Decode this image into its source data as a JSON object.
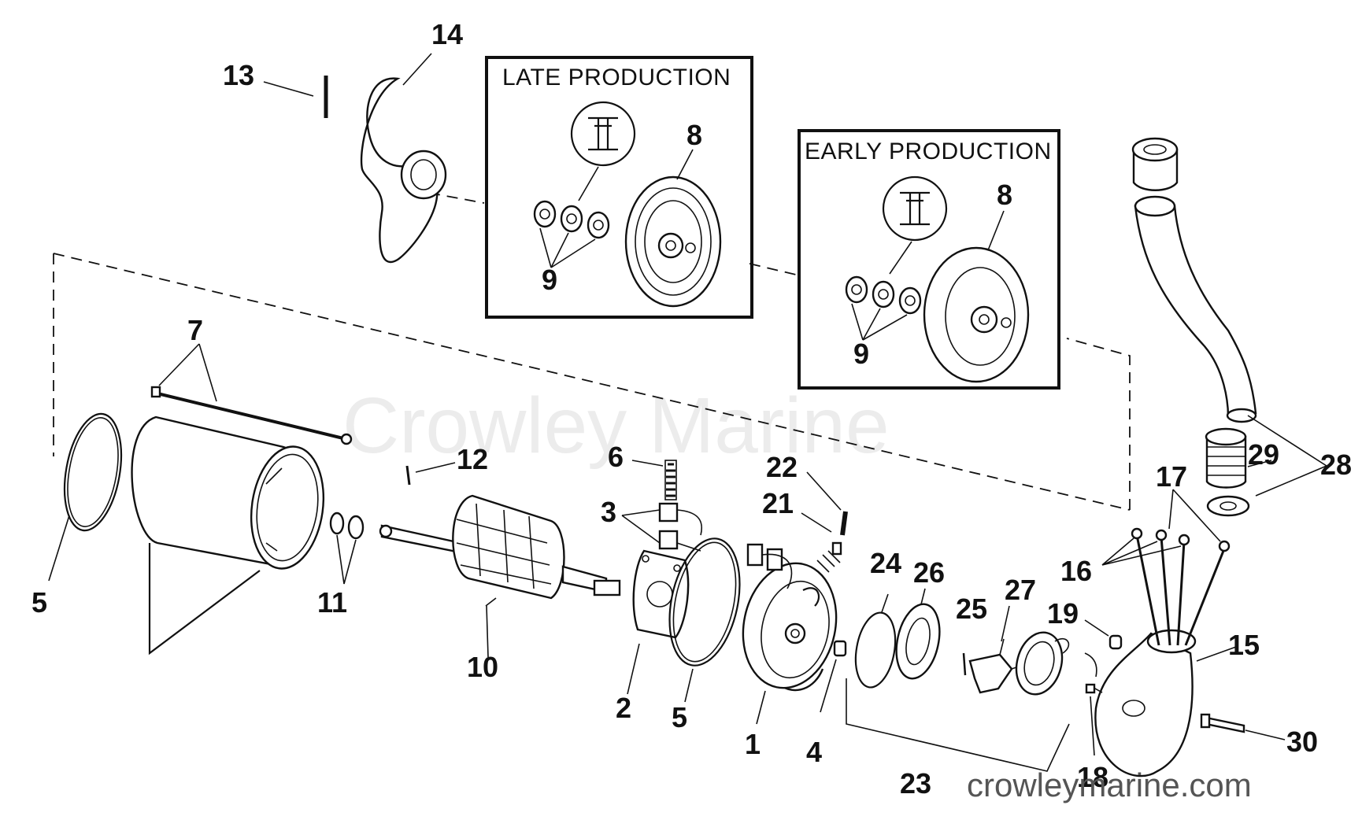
{
  "watermark": "Crowley Marine",
  "website": "crowleymarine.com",
  "insets": {
    "late": {
      "title": "LATE PRODUCTION",
      "part_label": "8",
      "bearing_label": "9"
    },
    "early": {
      "title": "EARLY PRODUCTION",
      "part_label": "8",
      "bearing_label": "9"
    }
  },
  "callouts": {
    "c1": "1",
    "c2": "2",
    "c3": "3",
    "c4": "4",
    "c5a": "5",
    "c5b": "5",
    "c6": "6",
    "c7": "7",
    "c10": "10",
    "c11": "11",
    "c12": "12",
    "c13": "13",
    "c14": "14",
    "c15": "15",
    "c16": "16",
    "c17": "17",
    "c18": "18",
    "c19": "19",
    "c21": "21",
    "c22": "22",
    "c23": "23",
    "c24": "24",
    "c25": "25",
    "c26": "26",
    "c27": "27",
    "c28": "28",
    "c29": "29",
    "c30": "30"
  },
  "icons": {
    "grease": "grease-symbol-icon"
  }
}
